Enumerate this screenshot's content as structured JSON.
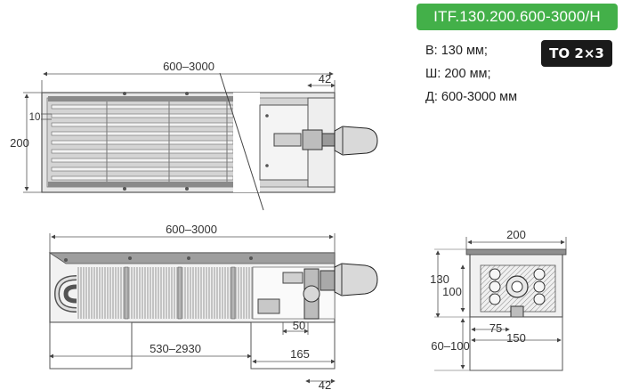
{
  "header": {
    "model": "ITF.130.200.600-3000/H",
    "model_color": "#43b049",
    "specs": [
      "В: 130 мм;",
      "Ш: 200 мм;",
      "Д: 600-3000 мм"
    ],
    "type_badge": "ТО 2×3",
    "type_badge_color": "#1a1a1a"
  },
  "top_view": {
    "length": "600–3000",
    "offset": "42",
    "width": "200",
    "fin_pitch": "10"
  },
  "side_view": {
    "length": "600–3000",
    "tube_length": "530–2930",
    "connection": "50",
    "outlet": "165",
    "offset": "42"
  },
  "section_view": {
    "width": "200",
    "height_total": "130",
    "height_inner": "100",
    "axis_left": "75",
    "axis_right": "150",
    "legs": "60–100"
  }
}
